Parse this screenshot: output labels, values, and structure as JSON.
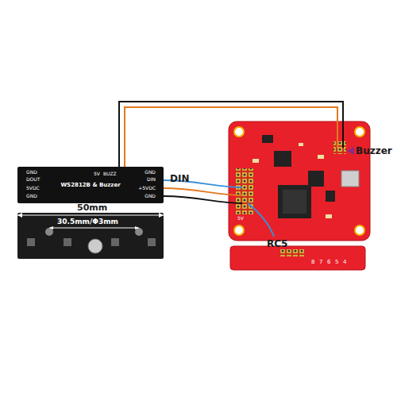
{
  "diagram": {
    "nodes": [
      {
        "text": [
          "WS2812B & Buzzer"
        ]
      }
    ],
    "labels": [
      "5V",
      "BUZZ",
      "GND",
      "DOUT",
      "5VDC",
      "GND",
      "GND",
      "DIN",
      "+5VDC",
      "GND",
      "DIN",
      "Buzzer",
      "RC5",
      "50mm",
      "30.5mm/Φ3mm",
      "5V",
      "8",
      "7",
      "6",
      "5",
      "4"
    ]
  }
}
